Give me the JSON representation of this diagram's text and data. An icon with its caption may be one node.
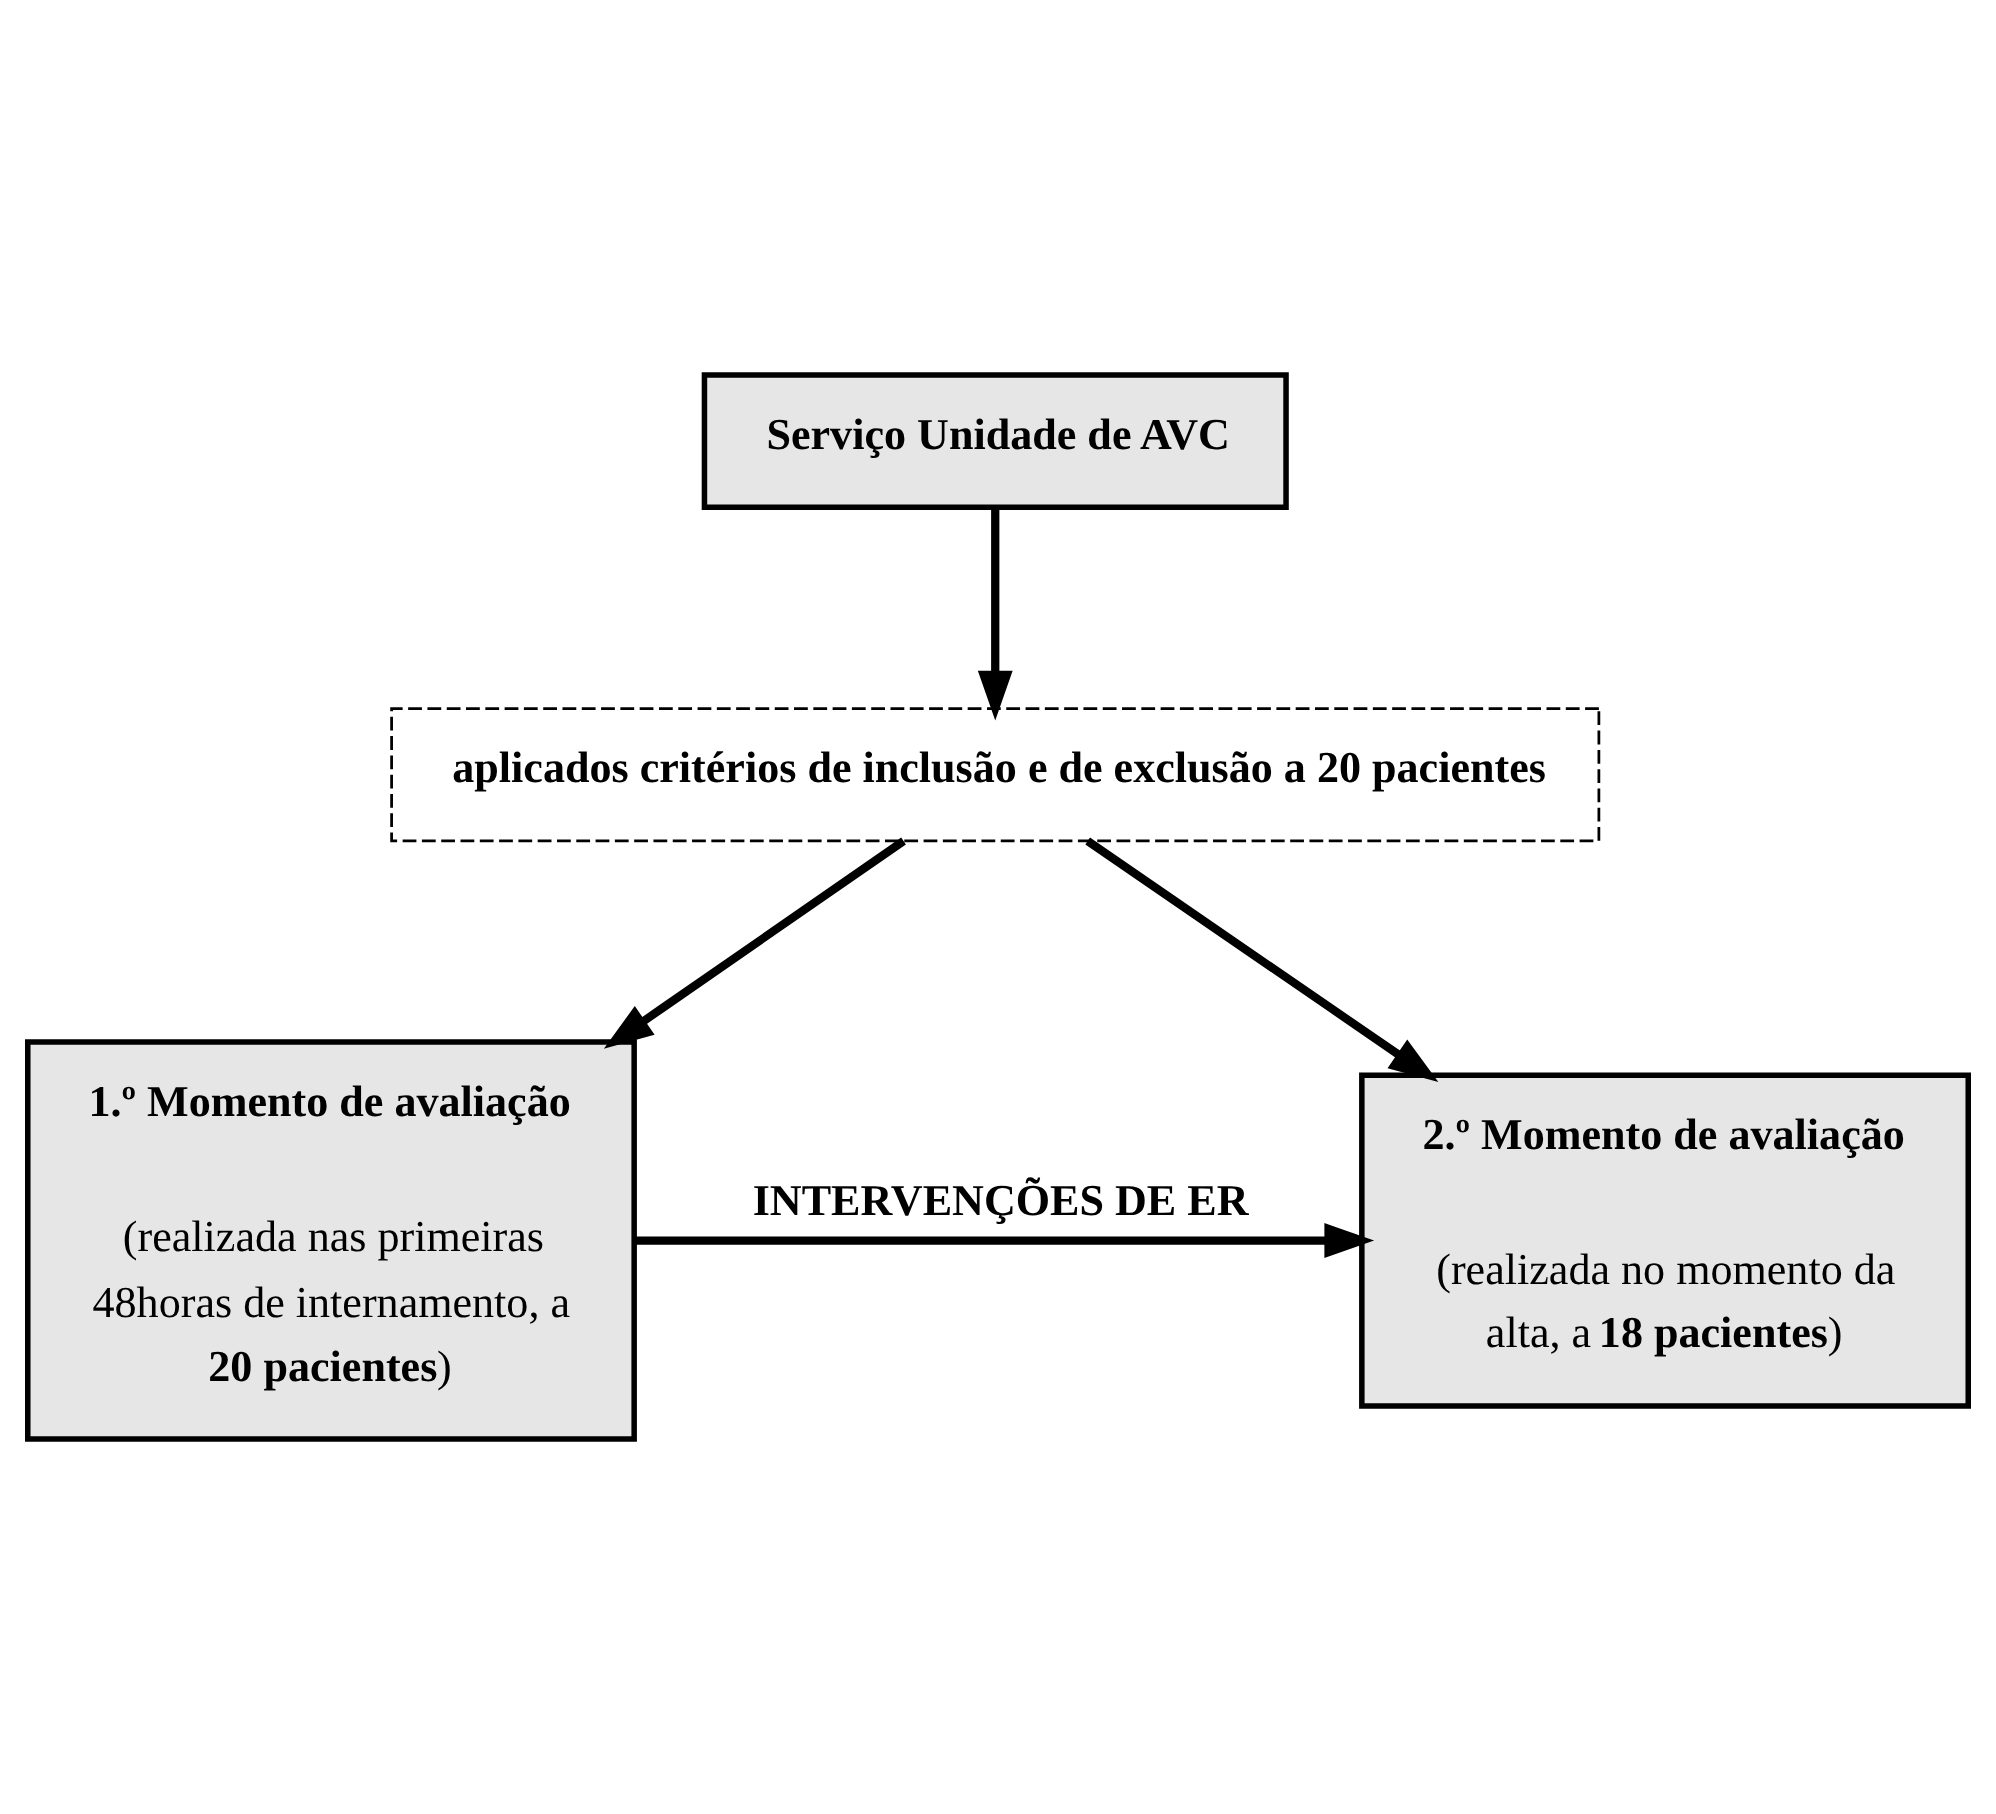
{
  "diagram": {
    "nodes": [
      {
        "text": [
          "Serviço Unidade de AVC"
        ]
      },
      {
        "text": [
          "aplicados critérios de inclusão e de exclusão a 20 pacientes"
        ]
      },
      {
        "text": [
          "1.º Momento de avaliação",
          "(realizada nas primeiras 48horas de internamento, a **20 pacientes**)"
        ]
      },
      {
        "text": [
          "2.º Momento de avaliação",
          "(realizada no momento da alta, a **18 pacientes**)"
        ]
      }
    ],
    "edges": [
      {
        "from": 0,
        "to": 1,
        "arrow": "to"
      },
      {
        "from": 1,
        "to": 2,
        "arrow": "to"
      },
      {
        "from": 1,
        "to": 3,
        "arrow": "to"
      },
      {
        "from": 2,
        "to": 3,
        "arrow": "to",
        "label": "INTERVENÇÕES DE ER"
      }
    ]
  }
}
